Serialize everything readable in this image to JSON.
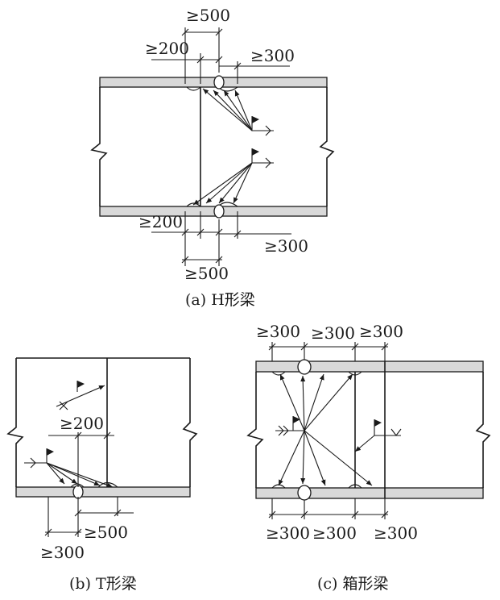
{
  "figure_a": {
    "dims": {
      "top_500": "≥500",
      "top_200": "≥200",
      "top_300": "≥300",
      "bottom_200": "≥200",
      "bottom_300": "≥300",
      "bottom_500": "≥500"
    },
    "caption": "(a) H形梁"
  },
  "figure_b": {
    "dims": {
      "mid_200": "≥200",
      "bottom_500": "≥500",
      "bottom_300": "≥300"
    },
    "caption": "(b)  T形梁"
  },
  "figure_c": {
    "dims": {
      "top_300_1": "≥300",
      "top_300_2": "≥300",
      "top_300_3": "≥300",
      "bottom_300_1": "≥300",
      "bottom_300_2": "≥300",
      "bottom_300_3": "≥300"
    },
    "caption": "(c) 箱形梁"
  }
}
